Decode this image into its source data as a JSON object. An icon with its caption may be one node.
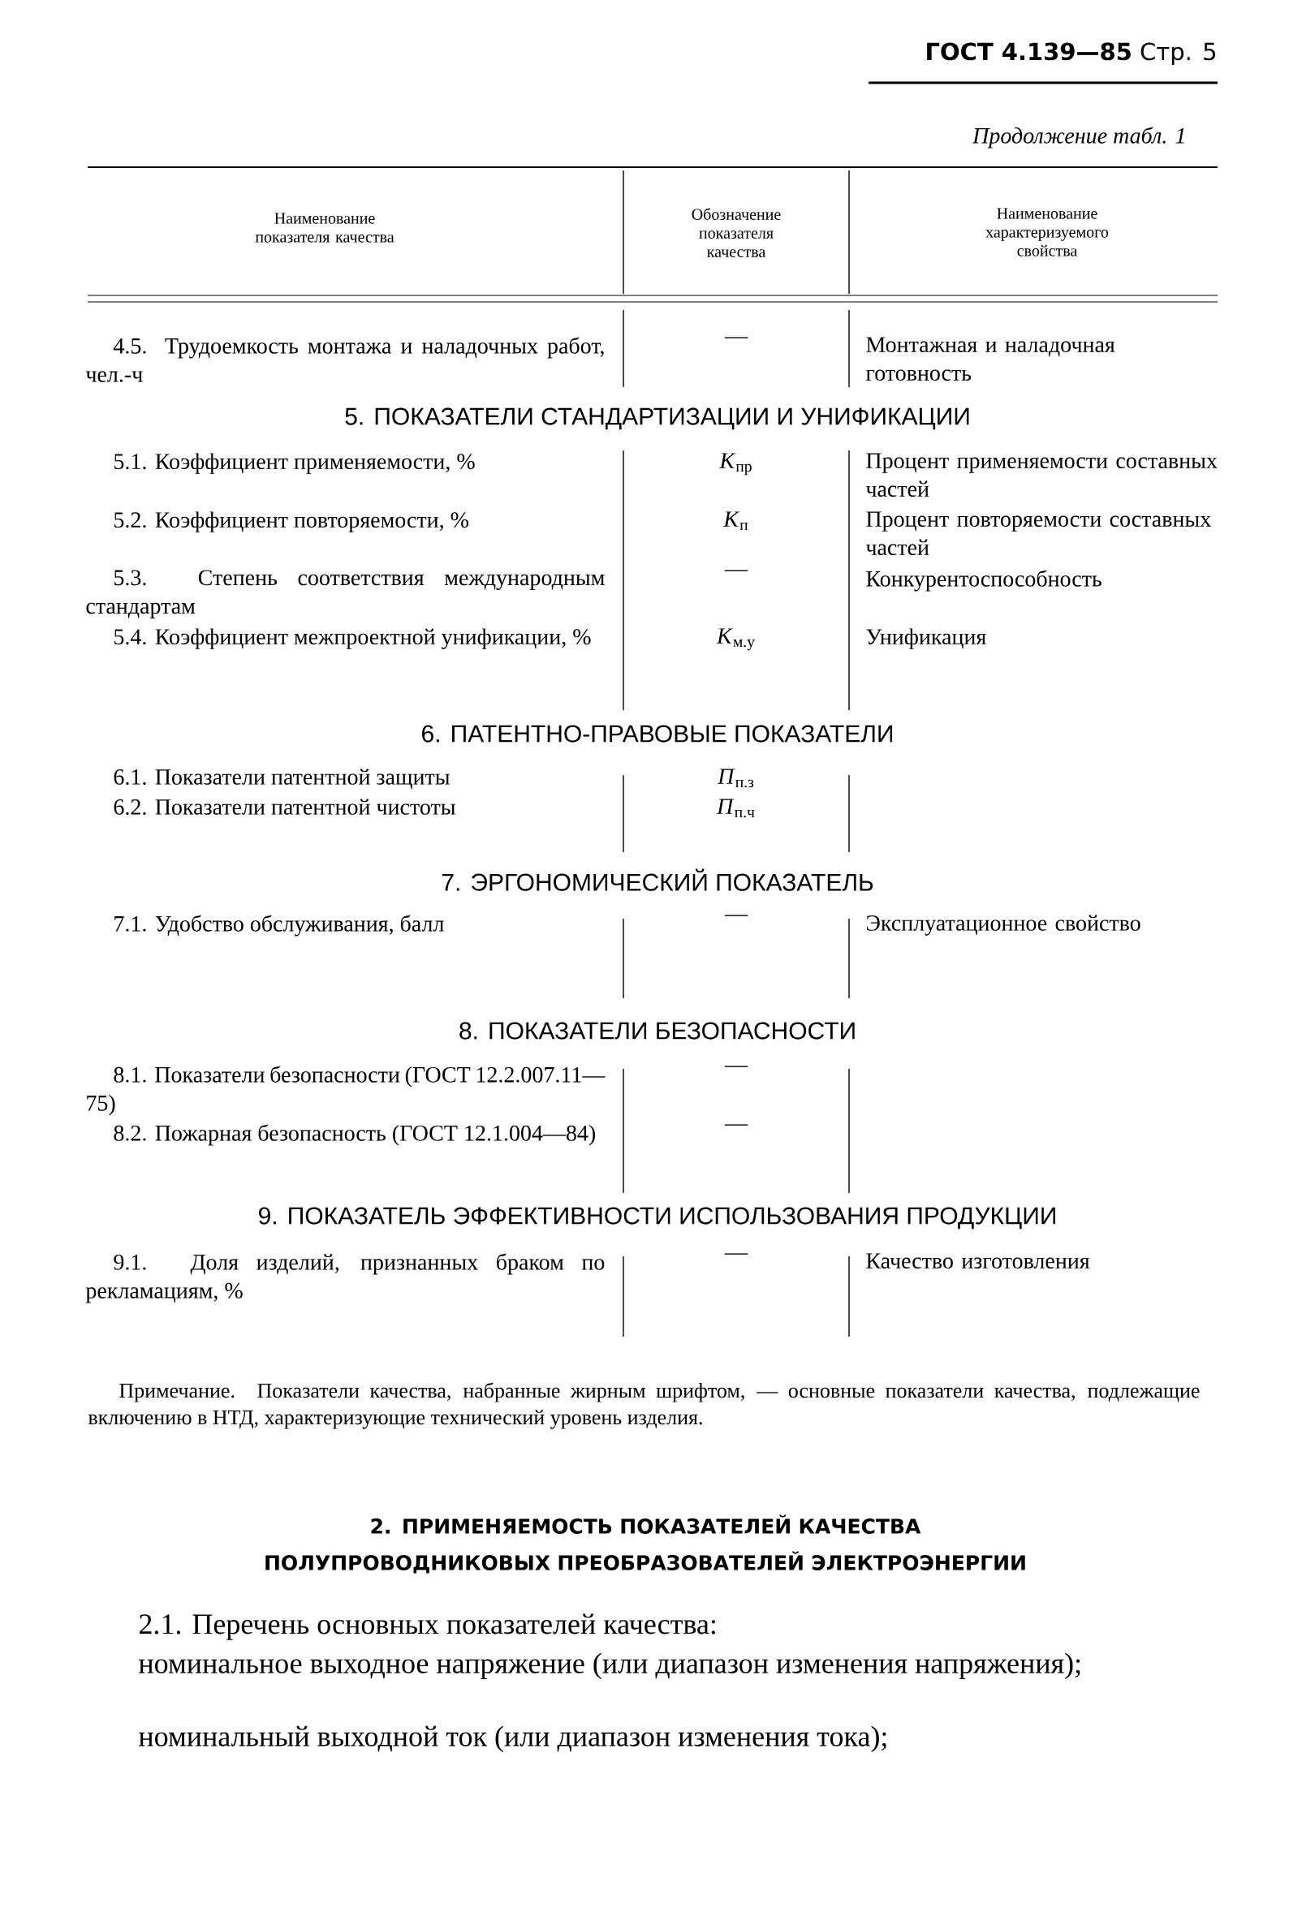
{
  "diagram": {
    "labels": [
      "**ГОСТ 4.139—85** Стр. 5",
      "Продолжение табл. 1",
      "Наименование показателя качества",
      "Обозначение показателя качества",
      "Наименование характеризуемого свойства",
      "4.5. Трудоемкость монтажа и наладочных работ, чел.-ч",
      "—",
      "Монтажная и наладочная готовность",
      "5. ПОКАЗАТЕЛИ СТАНДАРТИЗАЦИИ И УНИФИКАЦИИ",
      "5.1. Коэффициент применяемости, %",
      "*К*$_{пр}$",
      "Процент применяемости составных частей",
      "5.2. Коэффициент повторяемости, %",
      "*К*$_{п}$",
      "Процент повторяемости составных частей",
      "5.3. Степень соответствия международным стандартам",
      "—",
      "Конкурентоспособность",
      "5.4. Коэффициент межпроектной унификации, %",
      "*К*$_{м.у}$",
      "Унификация",
      "6. ПАТЕНТНО-ПРАВОВЫЕ ПОКАЗАТЕЛИ",
      "6.1. Показатели патентной защиты",
      "*П*$_{п.з}$",
      "6.2. Показатели патентной чистоты",
      "*П*$_{п.ч}$",
      "7. ЭРГОНОМИЧЕСКИЙ ПОКАЗАТЕЛЬ",
      "7.1. Удобство обслуживания, балл",
      "—",
      "Эксплуатационное свойство",
      "8. ПОКАЗАТЕЛИ БЕЗОПАСНОСТИ",
      "8.1. Показатели безопасности (ГОСТ 12.2.007.11—75)",
      "—",
      "8.2. Пожарная безопасность (ГОСТ 12.1.004—84)",
      "—",
      "9. ПОКАЗАТЕЛЬ ЭФФЕКТИВНОСТИ ИСПОЛЬЗОВАНИЯ ПРОДУКЦИИ",
      "9.1. Доля изделий, признанных браком по рекламациям, %",
      "—",
      "Качество изготовления",
      "Примечание. Показатели качества, набранные жирным шрифтом, — основные показатели качества, подлежащие включению в НТД, характеризующие технический уровень изделия.",
      "2. ПРИМЕНЯЕМОСТЬ ПОКАЗАТЕЛЕЙ КАЧЕСТВА ПОЛУПРОВОДНИКОВЫХ ПРЕОБРАЗОВАТЕЛЕЙ ЭЛЕКТРОЭНЕРГИИ",
      "2.1. Перечень основных показателей качества:",
      "номинальное выходное напряжение (или диапазон изменения напряжения);",
      "номинальный выходной ток (или диапазон изменения тока);"
    ]
  }
}
